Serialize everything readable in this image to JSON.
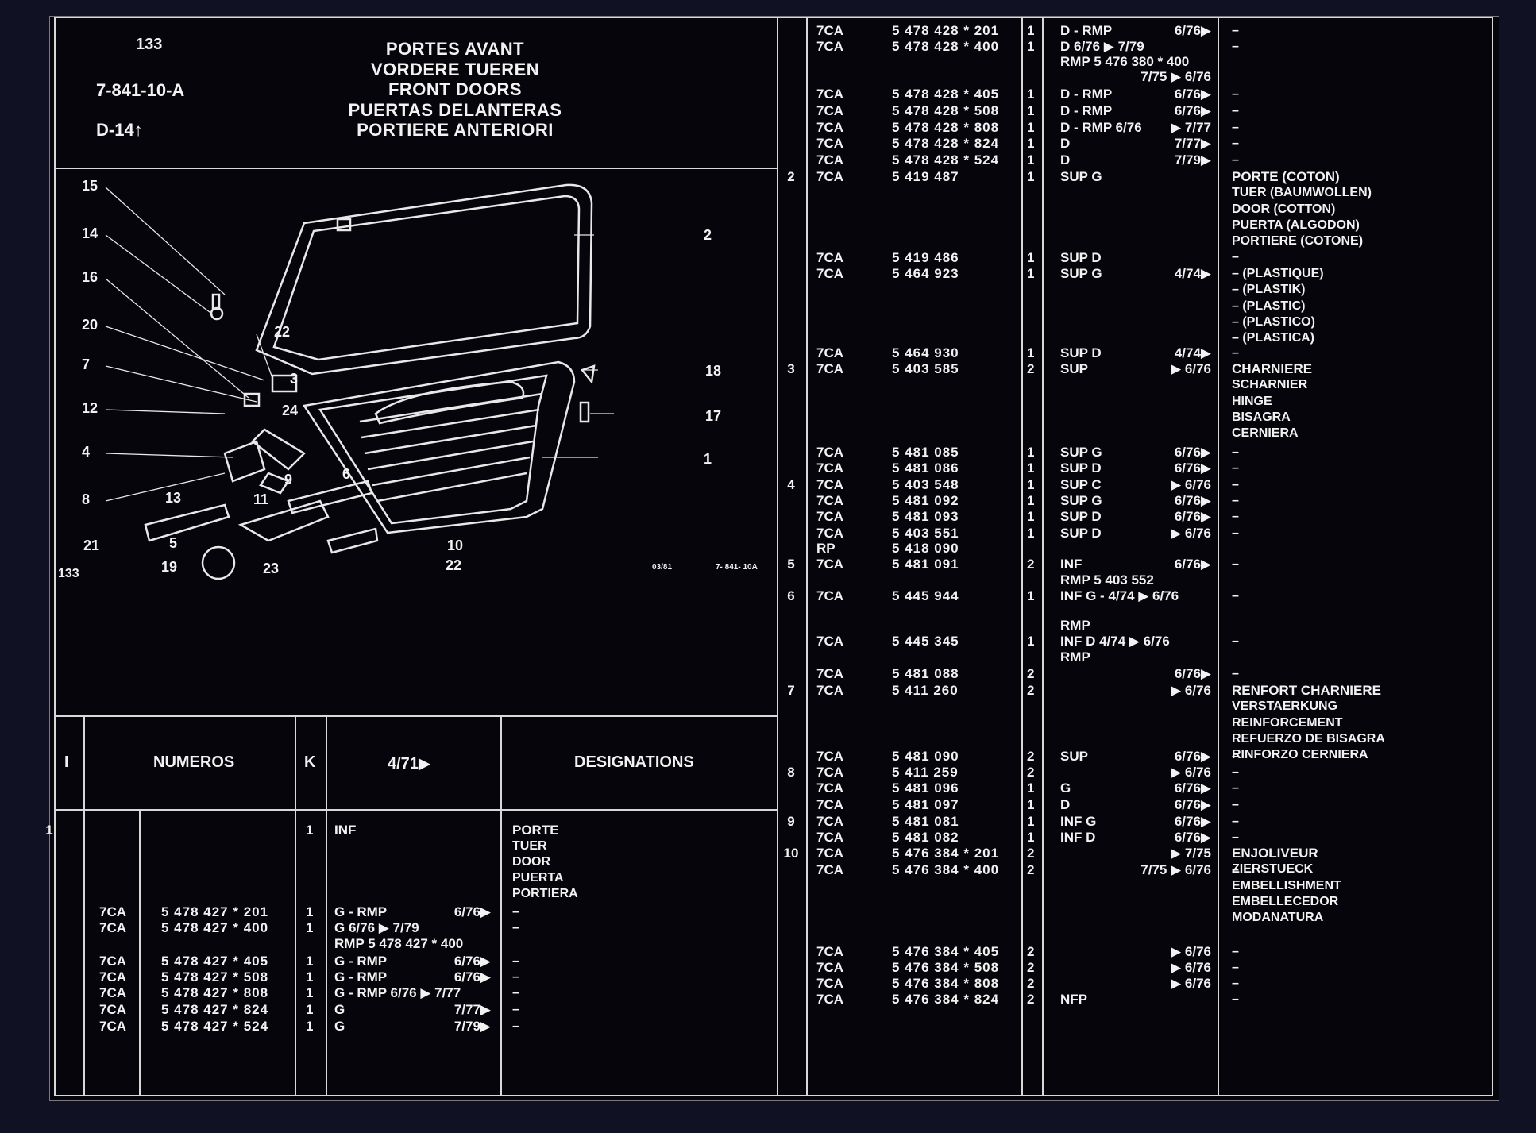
{
  "header": {
    "page": "133",
    "code": "7-841-10-A",
    "ref": "D-14↑",
    "titles": [
      "PORTES AVANT",
      "VORDERE TUEREN",
      "FRONT DOORS",
      "PUERTAS DELANTERAS",
      "PORTIERE ANTERIORI"
    ]
  },
  "diagram": {
    "page_label": "133",
    "stamp_date": "03/81",
    "stamp_code": "7- 841- 10A",
    "callouts": [
      "15",
      "14",
      "16",
      "20",
      "22",
      "7",
      "3",
      "12",
      "24",
      "4",
      "8",
      "13",
      "9",
      "11",
      "6",
      "21",
      "5",
      "19",
      "23",
      "10",
      "22",
      "18",
      "17",
      "2",
      "1"
    ]
  },
  "table_header": {
    "i": "I",
    "numeros": "NUMEROS",
    "k": "K",
    "date": "4/71▶",
    "designations": "DESIGNATIONS"
  },
  "left_rows": [
    {
      "idx": "1",
      "code": "",
      "num": "",
      "qty": "1",
      "var": "INF",
      "date": "",
      "desc": [
        "PORTE",
        "TUER",
        "DOOR",
        "PUERTA",
        "PORTIERA"
      ]
    },
    {
      "idx": "",
      "code": "7CA",
      "num": "5 478 427 * 201",
      "qty": "1",
      "var": "G - RMP",
      "date": "6/76▶",
      "desc": [
        "–"
      ]
    },
    {
      "idx": "",
      "code": "7CA",
      "num": "5 478 427 * 400",
      "qty": "1",
      "var": "G        6/76 ▶ 7/79",
      "date": "",
      "desc": [
        "–"
      ]
    },
    {
      "idx": "",
      "code": "",
      "num": "",
      "qty": "",
      "var": "RMP 5 478 427 * 400",
      "date": "",
      "desc": []
    },
    {
      "idx": "",
      "code": "7CA",
      "num": "5 478 427 * 405",
      "qty": "1",
      "var": "G - RMP",
      "date": "6/76▶",
      "desc": [
        "–"
      ]
    },
    {
      "idx": "",
      "code": "7CA",
      "num": "5 478 427 * 508",
      "qty": "1",
      "var": "G - RMP",
      "date": "6/76▶",
      "desc": [
        "–"
      ]
    },
    {
      "idx": "",
      "code": "7CA",
      "num": "5 478 427 * 808",
      "qty": "1",
      "var": "G - RMP  6/76  ▶ 7/77",
      "date": "",
      "desc": [
        "–"
      ]
    },
    {
      "idx": "",
      "code": "7CA",
      "num": "5 478 427 * 824",
      "qty": "1",
      "var": "G",
      "date": "7/77▶",
      "desc": [
        "–"
      ]
    },
    {
      "idx": "",
      "code": "7CA",
      "num": "5 478 427 * 524",
      "qty": "1",
      "var": "G",
      "date": "7/79▶",
      "desc": [
        "–"
      ]
    }
  ],
  "right_rows": [
    {
      "idx": "",
      "code": "7CA",
      "num": "5 478 428 * 201",
      "qty": "1",
      "var": "D - RMP",
      "date": "6/76▶",
      "desc": [
        "–"
      ]
    },
    {
      "idx": "",
      "code": "7CA",
      "num": "5 478 428 * 400",
      "qty": "1",
      "var": "D            6/76 ▶ 7/79",
      "date": "",
      "desc": [
        "–"
      ]
    },
    {
      "idx": "",
      "code": "",
      "num": "",
      "qty": "",
      "var": "RMP 5 476 380 * 400",
      "date": "",
      "desc": []
    },
    {
      "idx": "",
      "code": "",
      "num": "",
      "qty": "",
      "var": "",
      "date": "7/75 ▶ 6/76",
      "desc": []
    },
    {
      "idx": "",
      "code": "7CA",
      "num": "5 478 428 * 405",
      "qty": "1",
      "var": "D - RMP",
      "date": "6/76▶",
      "desc": [
        "–"
      ]
    },
    {
      "idx": "",
      "code": "7CA",
      "num": "5 478 428 * 508",
      "qty": "1",
      "var": "D - RMP",
      "date": "6/76▶",
      "desc": [
        "–"
      ]
    },
    {
      "idx": "",
      "code": "7CA",
      "num": "5 478 428 * 808",
      "qty": "1",
      "var": "D - RMP  6/76",
      "date": "▶ 7/77",
      "desc": [
        "–"
      ]
    },
    {
      "idx": "",
      "code": "7CA",
      "num": "5 478 428 * 824",
      "qty": "1",
      "var": "D",
      "date": "7/77▶",
      "desc": [
        "–"
      ]
    },
    {
      "idx": "",
      "code": "7CA",
      "num": "5 478 428 * 524",
      "qty": "1",
      "var": "D",
      "date": "7/79▶",
      "desc": [
        "–"
      ]
    },
    {
      "idx": "2",
      "code": "7CA",
      "num": "5 419 487",
      "qty": "1",
      "var": "SUP G",
      "date": "",
      "desc": [
        "PORTE (COTON)",
        "TUER (BAUMWOLLEN)",
        "DOOR (COTTON)",
        "PUERTA (ALGODON)",
        "PORTIERE (COTONE)",
        "–"
      ]
    },
    {
      "idx": "",
      "code": "7CA",
      "num": "5 419 486",
      "qty": "1",
      "var": "SUP D",
      "date": "",
      "desc": []
    },
    {
      "idx": "",
      "code": "7CA",
      "num": "5 464 923",
      "qty": "1",
      "var": "SUP G",
      "date": "4/74▶",
      "desc": [
        "– (PLASTIQUE)",
        "– (PLASTIK)",
        "– (PLASTIC)",
        "– (PLASTICO)",
        "– (PLASTICA)"
      ]
    },
    {
      "idx": "",
      "code": "7CA",
      "num": "5 464 930",
      "qty": "1",
      "var": "SUP D",
      "date": "4/74▶",
      "desc": [
        "–"
      ]
    },
    {
      "idx": "3",
      "code": "7CA",
      "num": "5 403 585",
      "qty": "2",
      "var": "SUP",
      "date": "▶ 6/76",
      "desc": [
        "CHARNIERE",
        "SCHARNIER",
        "HINGE",
        "BISAGRA",
        "CERNIERA"
      ]
    },
    {
      "idx": "",
      "code": "7CA",
      "num": "5 481 085",
      "qty": "1",
      "var": "SUP G",
      "date": "6/76▶",
      "desc": [
        "–"
      ]
    },
    {
      "idx": "",
      "code": "7CA",
      "num": "5 481 086",
      "qty": "1",
      "var": "SUP D",
      "date": "6/76▶",
      "desc": [
        "–"
      ]
    },
    {
      "idx": "4",
      "code": "7CA",
      "num": "5 403 548",
      "qty": "1",
      "var": "SUP C",
      "date": "▶ 6/76",
      "desc": [
        "–"
      ]
    },
    {
      "idx": "",
      "code": "7CA",
      "num": "5 481 092",
      "qty": "1",
      "var": "SUP G",
      "date": "6/76▶",
      "desc": [
        "–"
      ]
    },
    {
      "idx": "",
      "code": "7CA",
      "num": "5 481 093",
      "qty": "1",
      "var": "SUP D",
      "date": "6/76▶",
      "desc": [
        "–"
      ]
    },
    {
      "idx": "",
      "code": "7CA",
      "num": "5 403 551",
      "qty": "1",
      "var": "SUP D",
      "date": "▶ 6/76",
      "desc": [
        "–"
      ]
    },
    {
      "idx": "",
      "code": "RP",
      "num": "5 418 090",
      "qty": "",
      "var": "",
      "date": "",
      "desc": []
    },
    {
      "idx": "5",
      "code": "7CA",
      "num": "5 481 091",
      "qty": "2",
      "var": "INF",
      "date": "6/76▶",
      "desc": [
        "–"
      ]
    },
    {
      "idx": "",
      "code": "",
      "num": "",
      "qty": "",
      "var": "RMP 5 403 552",
      "date": "",
      "desc": []
    },
    {
      "idx": "6",
      "code": "7CA",
      "num": "5 445 944",
      "qty": "1",
      "var": "INF G -   4/74 ▶  6/76",
      "date": "",
      "desc": [
        "–"
      ]
    },
    {
      "idx": "",
      "code": "",
      "num": "",
      "qty": "",
      "var": "RMP",
      "date": "",
      "desc": []
    },
    {
      "idx": "",
      "code": "7CA",
      "num": "5 445 345",
      "qty": "1",
      "var": "INF D     4/74  ▶  6/76",
      "date": "",
      "desc": [
        "–"
      ]
    },
    {
      "idx": "",
      "code": "",
      "num": "",
      "qty": "",
      "var": "RMP",
      "date": "",
      "desc": []
    },
    {
      "idx": "",
      "code": "7CA",
      "num": "5 481 088",
      "qty": "2",
      "var": "",
      "date": "6/76▶",
      "desc": [
        "–"
      ]
    },
    {
      "idx": "7",
      "code": "7CA",
      "num": "5 411 260",
      "qty": "2",
      "var": "",
      "date": "▶ 6/76",
      "desc": [
        "RENFORT CHARNIERE",
        "VERSTAERKUNG",
        "REINFORCEMENT",
        "REFUERZO DE BISAGRA",
        "RINFORZO CERNIERA"
      ]
    },
    {
      "idx": "",
      "code": "7CA",
      "num": "5 481 090",
      "qty": "2",
      "var": "SUP",
      "date": "6/76▶",
      "desc": [
        "–"
      ]
    },
    {
      "idx": "8",
      "code": "7CA",
      "num": "5 411 259",
      "qty": "2",
      "var": "",
      "date": "▶ 6/76",
      "desc": [
        "–"
      ]
    },
    {
      "idx": "",
      "code": "7CA",
      "num": "5 481 096",
      "qty": "1",
      "var": "G",
      "date": "6/76▶",
      "desc": [
        "–"
      ]
    },
    {
      "idx": "",
      "code": "7CA",
      "num": "5 481 097",
      "qty": "1",
      "var": "D",
      "date": "6/76▶",
      "desc": [
        "–"
      ]
    },
    {
      "idx": "9",
      "code": "7CA",
      "num": "5 481 081",
      "qty": "1",
      "var": "INF G",
      "date": "6/76▶",
      "desc": [
        "–"
      ]
    },
    {
      "idx": "",
      "code": "7CA",
      "num": "5 481 082",
      "qty": "1",
      "var": "INF D",
      "date": "6/76▶",
      "desc": [
        "–"
      ]
    },
    {
      "idx": "10",
      "code": "7CA",
      "num": "5 476 384 * 201",
      "qty": "2",
      "var": "",
      "date": "▶ 7/75",
      "desc": [
        "ENJOLIVEUR",
        "ZIERSTUECK",
        "EMBELLISHMENT",
        "EMBELLECEDOR",
        "MODANATURA"
      ]
    },
    {
      "idx": "",
      "code": "7CA",
      "num": "5 476 384 * 400",
      "qty": "2",
      "var": "",
      "date": "7/75  ▶ 6/76",
      "desc": [
        "–"
      ]
    },
    {
      "idx": "",
      "code": "7CA",
      "num": "5 476 384 * 405",
      "qty": "2",
      "var": "",
      "date": "▶ 6/76",
      "desc": [
        "–"
      ]
    },
    {
      "idx": "",
      "code": "7CA",
      "num": "5 476 384 * 508",
      "qty": "2",
      "var": "",
      "date": "▶ 6/76",
      "desc": [
        "–"
      ]
    },
    {
      "idx": "",
      "code": "7CA",
      "num": "5 476 384 * 808",
      "qty": "2",
      "var": "",
      "date": "▶ 6/76",
      "desc": [
        "–"
      ]
    },
    {
      "idx": "",
      "code": "7CA",
      "num": "5 476 384 * 824",
      "qty": "2",
      "var": "NFP",
      "date": "",
      "desc": [
        "–"
      ]
    }
  ]
}
